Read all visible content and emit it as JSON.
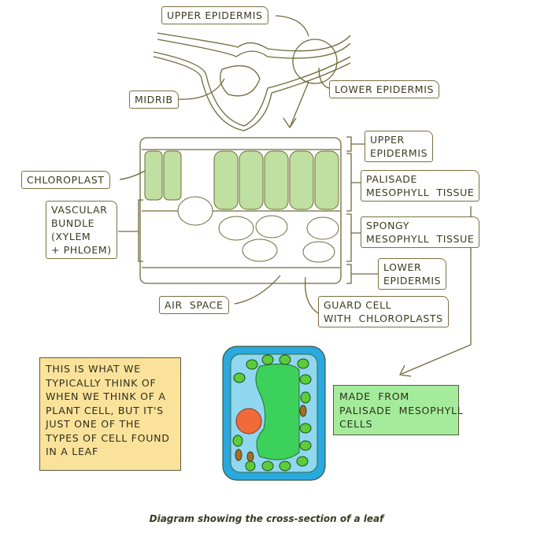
{
  "labels": {
    "upper_epidermis_top": "UPPER EPIDERMIS",
    "lower_epidermis_top": "LOWER EPIDERMIS",
    "midrib": "MIDRIB",
    "chloroplast": "CHLOROPLAST",
    "vascular_bundle": "VASCULAR\nBUNDLE\n(XYLEM\n+ PHLOEM)",
    "upper_epidermis": "UPPER\nEPIDERMIS",
    "palisade": "PALISADE\nMESOPHYLL  TISSUE",
    "spongy": "SPONGY\nMESOPHYLL  TISSUE",
    "lower_epidermis": "LOWER\nEPIDERMIS",
    "air_space": "AIR  SPACE",
    "guard_cell": "GUARD CELL\nWITH  CHLOROPLASTS"
  },
  "notes": {
    "typical_cell": "THIS IS WHAT WE\nTYPICALLY THINK OF\nWHEN WE THINK OF A\nPLANT CELL, BUT IT'S\nJUST ONE OF THE\nTYPES OF CELL FOUND\nIN A LEAF",
    "palisade_cells": "MADE  FROM\nPALISADE  MESOPHYLL\nCELLS"
  },
  "colors": {
    "note_yellow": "#fbe29a",
    "note_green": "#a4ec9c",
    "cell_wall": "#29a9df",
    "cytoplasm": "#8fd8f0",
    "vacuole": "#3cd15a",
    "nucleus": "#f26a3a",
    "chloroplast": "#5ccc3a",
    "outline": "#6f6a3a"
  },
  "caption": "Diagram showing the cross-section of a leaf"
}
